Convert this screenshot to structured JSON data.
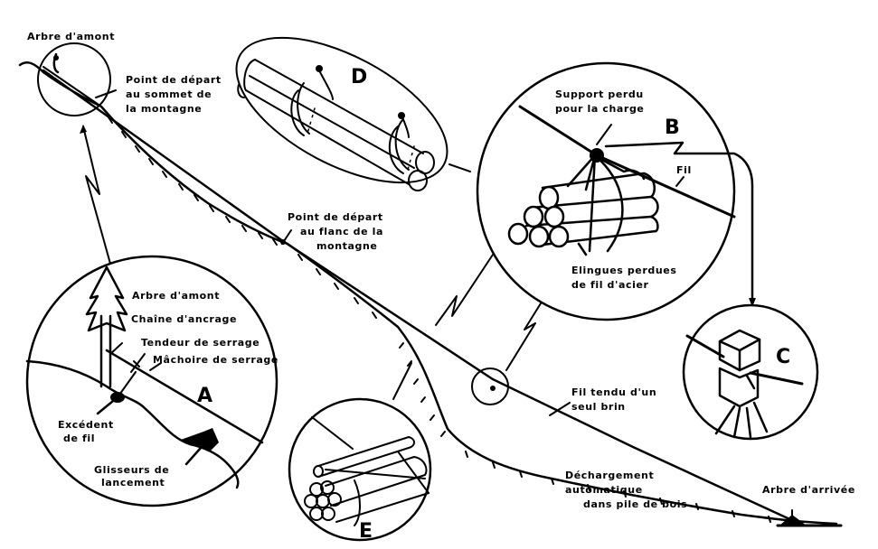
{
  "diagram": {
    "subject": "Skyline cable log transport (single-span wire) with detail insets",
    "colors": {
      "ink": "#000000",
      "paper": "#ffffff"
    },
    "labels": {
      "top_anchor_tree": "Arbre d'amont",
      "summit_start": [
        "Point de départ",
        "au sommet de",
        "la montagne"
      ],
      "flank_start": [
        "Point de départ",
        "au flanc de la",
        "montagne"
      ],
      "single_wire": [
        "Fil tendu d'un",
        "seul brin"
      ],
      "auto_unload": [
        "Déchargement",
        "automatique",
        "dans pile de bois"
      ],
      "arrival_tree": "Arbre d'arrivée"
    },
    "insets": {
      "A": {
        "letter": "A",
        "labels": {
          "upper_tree": "Arbre d'amont",
          "anchor_chain": "Chaîne d'ancrage",
          "tensioner": "Tendeur de serrage",
          "clamp_jaw": "Mâchoire de serrage",
          "excess_wire": [
            "Excédent",
            "de fil"
          ],
          "launch_sliders": [
            "Glisseurs de",
            "lancement"
          ]
        }
      },
      "B": {
        "letter": "B",
        "labels": {
          "lost_support": [
            "Support perdu",
            "pour la charge"
          ],
          "wire": "Fil",
          "lost_slings": [
            "Elingues perdues",
            "de fil d'acier"
          ]
        }
      },
      "C": {
        "letter": "C"
      },
      "D": {
        "letter": "D"
      },
      "E": {
        "letter": "E"
      }
    }
  }
}
